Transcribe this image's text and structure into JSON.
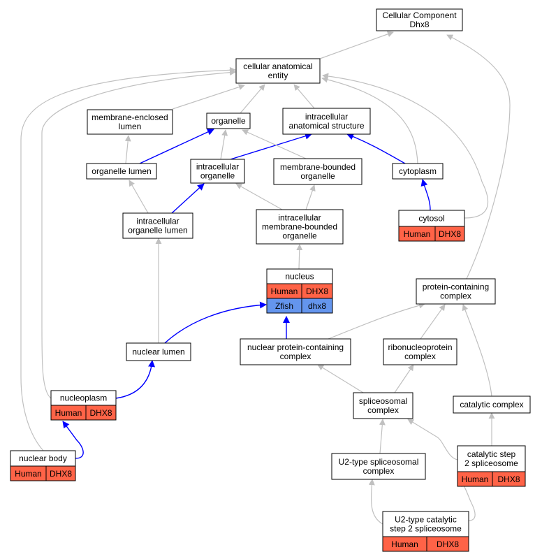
{
  "colors": {
    "human": "#ff6347",
    "zfish": "#6495ed",
    "edge_gray": "#c0c0c0",
    "edge_blue": "#0000ff"
  },
  "nodes": {
    "cc_dhx8": {
      "lines": [
        "Cellular Component",
        "Dhx8"
      ]
    },
    "cae": {
      "lines": [
        "cellular anatomical",
        "entity"
      ]
    },
    "mel": {
      "lines": [
        "membrane-enclosed",
        "lumen"
      ]
    },
    "organelle": {
      "lines": [
        "organelle"
      ]
    },
    "ias": {
      "lines": [
        "intracellular",
        "anatomical structure"
      ]
    },
    "org_lumen": {
      "lines": [
        "organelle lumen"
      ]
    },
    "ic_org": {
      "lines": [
        "intracellular",
        "organelle"
      ]
    },
    "mbo": {
      "lines": [
        "membrane-bounded",
        "organelle"
      ]
    },
    "cytoplasm": {
      "lines": [
        "cytoplasm"
      ]
    },
    "icol": {
      "lines": [
        "intracellular",
        "organelle lumen"
      ]
    },
    "imbo": {
      "lines": [
        "intracellular",
        "membrane-bounded",
        "organelle"
      ]
    },
    "cytosol": {
      "lines": [
        "cytosol"
      ],
      "annotations": [
        [
          "Human",
          "DHX8"
        ]
      ]
    },
    "nucleus": {
      "lines": [
        "nucleus"
      ],
      "annotations": [
        [
          "Human",
          "DHX8"
        ],
        [
          "Zfish",
          "dhx8"
        ]
      ]
    },
    "pcc": {
      "lines": [
        "protein-containing",
        "complex"
      ]
    },
    "nuclear_lumen": {
      "lines": [
        "nuclear lumen"
      ]
    },
    "npcc": {
      "lines": [
        "nuclear protein-containing",
        "complex"
      ]
    },
    "rnp": {
      "lines": [
        "ribonucleoprotein",
        "complex"
      ]
    },
    "nucleoplasm": {
      "lines": [
        "nucleoplasm"
      ],
      "annotations": [
        [
          "Human",
          "DHX8"
        ]
      ]
    },
    "spliceosomal": {
      "lines": [
        "spliceosomal",
        "complex"
      ]
    },
    "catalytic": {
      "lines": [
        "catalytic complex"
      ]
    },
    "nuclear_body": {
      "lines": [
        "nuclear body"
      ],
      "annotations": [
        [
          "Human",
          "DHX8"
        ]
      ]
    },
    "u2": {
      "lines": [
        "U2-type spliceosomal",
        "complex"
      ]
    },
    "cs2": {
      "lines": [
        "catalytic step",
        "2 spliceosome"
      ],
      "annotations": [
        [
          "Human",
          "DHX8"
        ]
      ]
    },
    "u2cs2": {
      "lines": [
        "U2-type catalytic",
        "step 2 spliceosome"
      ],
      "annotations": [
        [
          "Human",
          "DHX8"
        ]
      ]
    }
  },
  "edges": [
    {
      "from": "cae",
      "to": "cc_dhx8",
      "kind": "is_a"
    },
    {
      "from": "mel",
      "to": "cae",
      "kind": "is_a"
    },
    {
      "from": "organelle",
      "to": "cae",
      "kind": "is_a"
    },
    {
      "from": "ias",
      "to": "cae",
      "kind": "is_a"
    },
    {
      "from": "cytoplasm",
      "to": "cae",
      "kind": "is_a"
    },
    {
      "from": "cytosol",
      "to": "cae",
      "kind": "is_a"
    },
    {
      "from": "nucleoplasm",
      "to": "cae",
      "kind": "is_a"
    },
    {
      "from": "nuclear_body",
      "to": "cae",
      "kind": "is_a"
    },
    {
      "from": "pcc",
      "to": "cc_dhx8",
      "kind": "is_a"
    },
    {
      "from": "org_lumen",
      "to": "mel",
      "kind": "is_a"
    },
    {
      "from": "org_lumen",
      "to": "organelle",
      "kind": "part_of"
    },
    {
      "from": "ic_org",
      "to": "organelle",
      "kind": "is_a"
    },
    {
      "from": "ic_org",
      "to": "ias",
      "kind": "part_of"
    },
    {
      "from": "mbo",
      "to": "organelle",
      "kind": "is_a"
    },
    {
      "from": "cytoplasm",
      "to": "ias",
      "kind": "part_of"
    },
    {
      "from": "icol",
      "to": "org_lumen",
      "kind": "is_a"
    },
    {
      "from": "icol",
      "to": "ic_org",
      "kind": "part_of"
    },
    {
      "from": "imbo",
      "to": "ic_org",
      "kind": "is_a"
    },
    {
      "from": "imbo",
      "to": "mbo",
      "kind": "is_a"
    },
    {
      "from": "cytosol",
      "to": "cytoplasm",
      "kind": "part_of"
    },
    {
      "from": "nucleus",
      "to": "imbo",
      "kind": "is_a"
    },
    {
      "from": "nuclear_lumen",
      "to": "icol",
      "kind": "is_a"
    },
    {
      "from": "nuclear_lumen",
      "to": "nucleus",
      "kind": "part_of"
    },
    {
      "from": "npcc",
      "to": "nucleus",
      "kind": "part_of"
    },
    {
      "from": "npcc",
      "to": "pcc",
      "kind": "is_a"
    },
    {
      "from": "rnp",
      "to": "pcc",
      "kind": "is_a"
    },
    {
      "from": "nucleoplasm",
      "to": "nuclear_lumen",
      "kind": "part_of"
    },
    {
      "from": "spliceosomal",
      "to": "npcc",
      "kind": "is_a"
    },
    {
      "from": "spliceosomal",
      "to": "rnp",
      "kind": "is_a"
    },
    {
      "from": "catalytic",
      "to": "pcc",
      "kind": "is_a"
    },
    {
      "from": "nuclear_body",
      "to": "nucleoplasm",
      "kind": "part_of"
    },
    {
      "from": "u2",
      "to": "spliceosomal",
      "kind": "is_a"
    },
    {
      "from": "cs2",
      "to": "spliceosomal",
      "kind": "is_a"
    },
    {
      "from": "cs2",
      "to": "catalytic",
      "kind": "is_a"
    },
    {
      "from": "u2cs2",
      "to": "u2",
      "kind": "is_a"
    },
    {
      "from": "u2cs2",
      "to": "cs2",
      "kind": "is_a"
    }
  ]
}
